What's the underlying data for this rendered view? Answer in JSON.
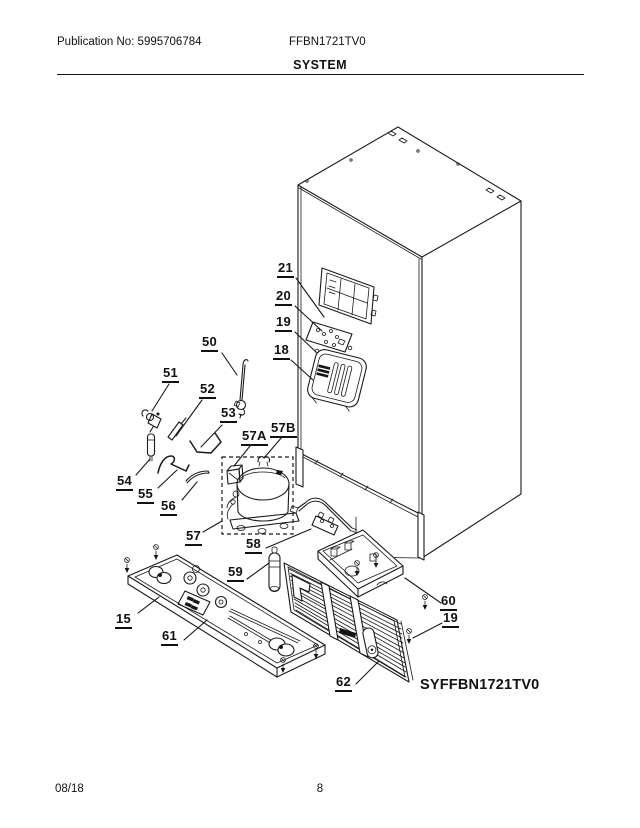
{
  "header": {
    "publication": "Publication No: 5995706784",
    "model": "FFBN1721TV0",
    "title": "SYSTEM"
  },
  "diagram": {
    "model_code": "SYFFBN1721TV0",
    "callouts": [
      {
        "id": "21",
        "label": "21"
      },
      {
        "id": "20",
        "label": "20"
      },
      {
        "id": "19-top",
        "label": "19"
      },
      {
        "id": "18",
        "label": "18"
      },
      {
        "id": "50",
        "label": "50"
      },
      {
        "id": "51",
        "label": "51"
      },
      {
        "id": "52",
        "label": "52"
      },
      {
        "id": "53",
        "label": "53"
      },
      {
        "id": "57A",
        "label": "57A"
      },
      {
        "id": "57B",
        "label": "57B"
      },
      {
        "id": "54",
        "label": "54"
      },
      {
        "id": "55",
        "label": "55"
      },
      {
        "id": "56",
        "label": "56"
      },
      {
        "id": "57",
        "label": "57"
      },
      {
        "id": "58",
        "label": "58"
      },
      {
        "id": "59",
        "label": "59"
      },
      {
        "id": "60",
        "label": "60"
      },
      {
        "id": "19-bottom",
        "label": "19"
      },
      {
        "id": "15",
        "label": "15"
      },
      {
        "id": "61",
        "label": "61"
      },
      {
        "id": "62",
        "label": "62"
      }
    ]
  },
  "footer": {
    "date": "08/18",
    "page": "8"
  }
}
